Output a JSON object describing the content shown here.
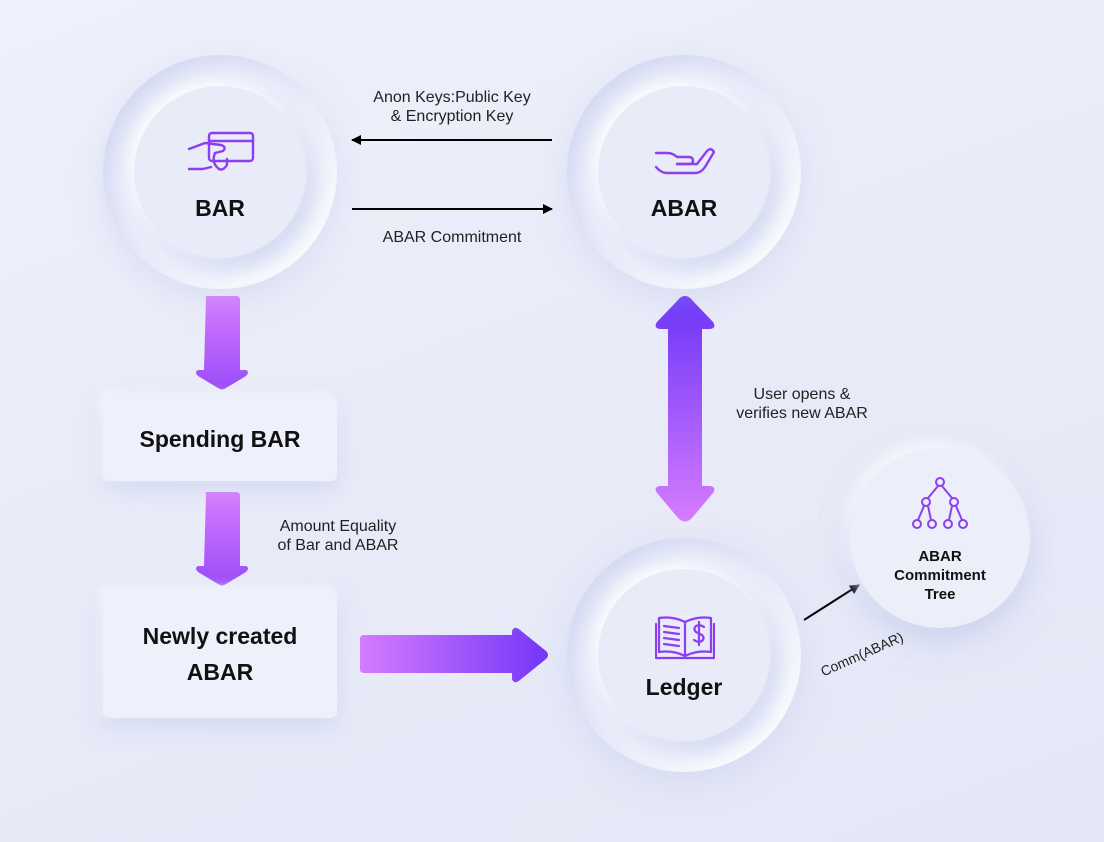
{
  "nodes": {
    "bar": {
      "label": "BAR",
      "icon": "card-in-hand-icon"
    },
    "abar": {
      "label": "ABAR",
      "icon": "open-hand-icon"
    },
    "ledger": {
      "label": "Ledger",
      "icon": "ledger-book-dollar-icon"
    },
    "tree": {
      "label_line1": "ABAR",
      "label_line2": "Commitment",
      "label_line3": "Tree",
      "icon": "tree-network-icon"
    }
  },
  "boxes": {
    "spending_bar": "Spending BAR",
    "newly_created_line1": "Newly created",
    "newly_created_line2": "ABAR"
  },
  "annotations": {
    "anon_keys_line1": "Anon Keys:Public Key",
    "anon_keys_line2": "& Encryption Key",
    "abar_commitment": "ABAR Commitment",
    "user_opens_line1": "User opens &",
    "user_opens_line2": "verifies new ABAR",
    "amount_equality_line1": "Amount Equality",
    "amount_equality_line2": "of Bar and ABAR",
    "comm_abar": "Comm(ABAR)"
  },
  "colors": {
    "accent_purple": "#8b3ff0",
    "arrow_light": "#d57cff",
    "arrow_dark": "#6b34f7",
    "line_black": "#000000"
  }
}
